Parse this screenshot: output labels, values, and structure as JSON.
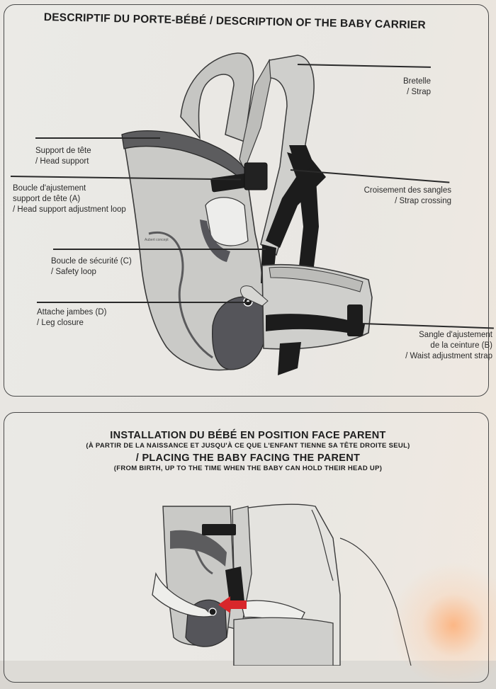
{
  "description": {
    "title": "DESCRIPTIF DU PORTE-BÉBÉ / DESCRIPTION OF THE BABY CARRIER",
    "brand": "Aubert concept",
    "labels": {
      "strap": [
        "Bretelle",
        "/ Strap"
      ],
      "head_support": [
        "Support de tête",
        "/ Head support"
      ],
      "head_loop": [
        "Boucle d'ajustement",
        "support de tête (A)",
        "/ Head support adjustment loop"
      ],
      "strap_crossing": [
        "Croisement des sangles",
        "/ Strap crossing"
      ],
      "safety_loop": [
        "Boucle de sécurité (C)",
        "/ Safety loop"
      ],
      "leg_closure": [
        "Attache jambes (D)",
        "/ Leg closure"
      ],
      "waist_strap": [
        "Sangle d'ajustement",
        "de la ceinture (B)",
        "/ Waist adjustment strap"
      ]
    }
  },
  "installation": {
    "title_fr": "INSTALLATION DU BÉBÉ EN POSITION FACE PARENT",
    "sub_fr": "(À PARTIR DE LA NAISSANCE ET JUSQU'À CE QUE L'ENFANT TIENNE SA TÊTE DROITE SEUL)",
    "title_en": "/ PLACING THE BABY FACING THE PARENT",
    "sub_en": "(FROM BIRTH, UP TO THE TIME WHEN THE BABY CAN HOLD THEIR HEAD UP)"
  },
  "colors": {
    "fabric_light": "#c9c9c6",
    "fabric_dark": "#5a5a5c",
    "strap_black": "#1c1c1c",
    "arrow_red": "#d8262b"
  }
}
